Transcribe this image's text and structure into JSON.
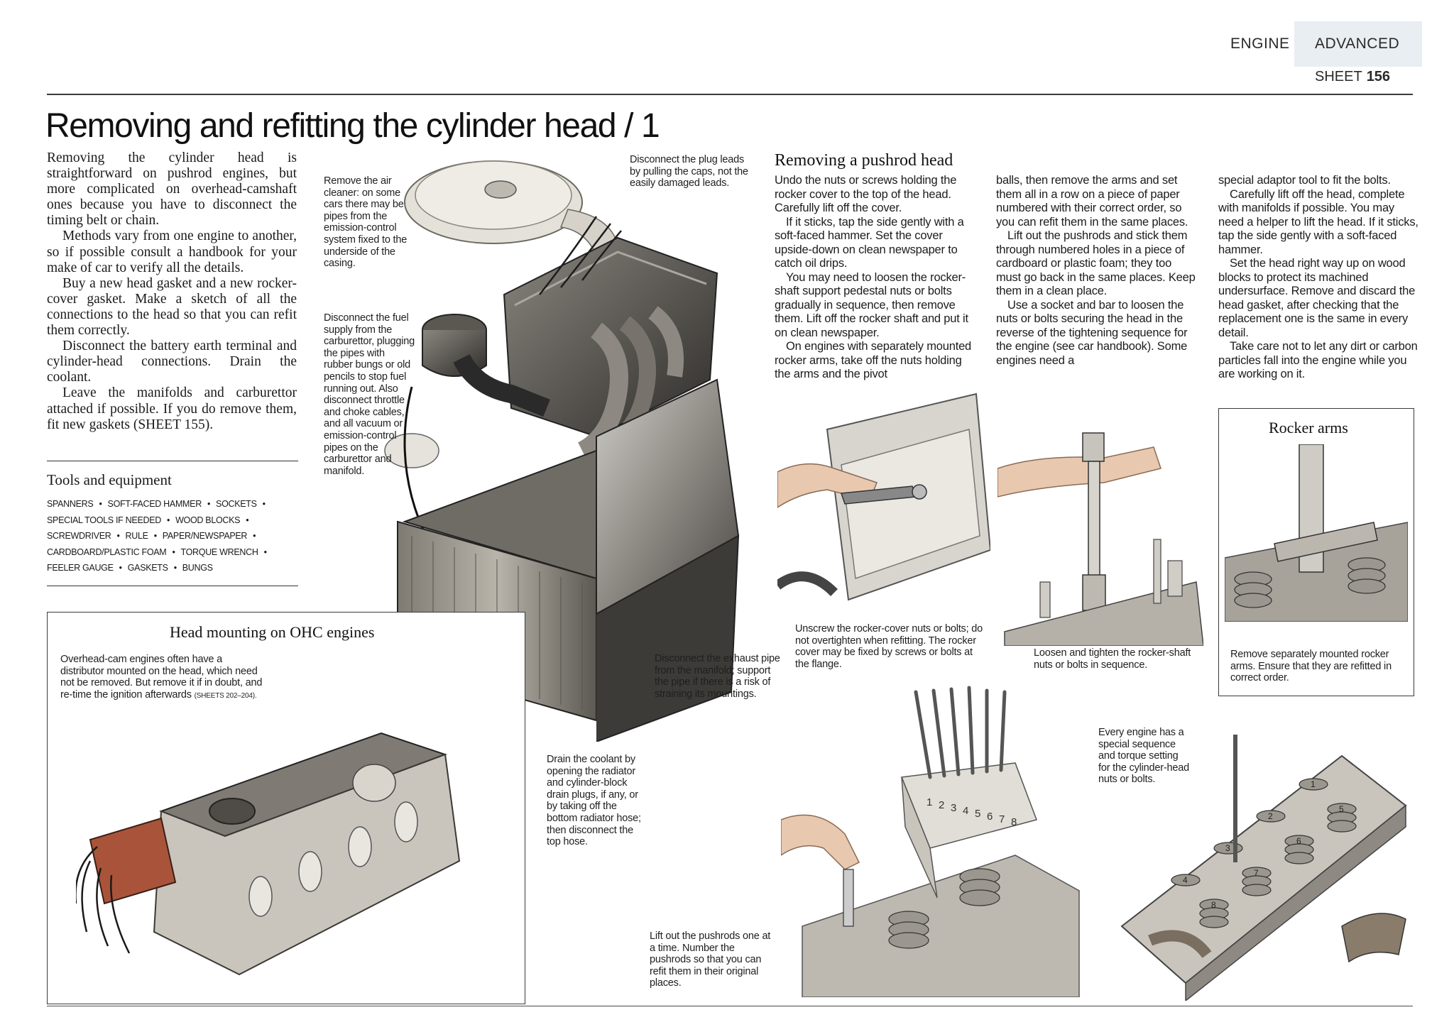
{
  "header": {
    "category": "ENGINE",
    "level": "ADVANCED",
    "sheet_label": "SHEET",
    "sheet_number": "156"
  },
  "title": "Removing and refitting the cylinder head",
  "title_part": "/ 1",
  "intro": [
    "Removing the cylinder head is straightforward on pushrod engines, but more complicated on overhead-camshaft ones because you have to disconnect the timing belt or chain.",
    "Methods vary from one engine to another, so if possible consult a handbook for your make of car to verify all the details.",
    "Buy a new head gasket and a new rocker-cover gasket. Make a sketch of all the connections to the head so that you can refit them correctly.",
    "Disconnect the battery earth terminal and cylinder-head connections. Drain the coolant.",
    "Leave the manifolds and carburettor attached if possible. If you do remove them, fit new gaskets (SHEET 155)."
  ],
  "tools": {
    "heading": "Tools and equipment",
    "lines": [
      [
        "SPANNERS",
        "SOFT-FACED HAMMER",
        "SOCKETS",
        ""
      ],
      [
        "SPECIAL TOOLS IF NEEDED",
        "WOOD BLOCKS",
        ""
      ],
      [
        "SCREWDRIVER",
        "RULE",
        "PAPER/NEWSPAPER",
        ""
      ],
      [
        "CARDBOARD/PLASTIC FOAM",
        "TORQUE WRENCH",
        ""
      ],
      [
        "FEELER GAUGE",
        "GASKETS",
        "BUNGS"
      ]
    ]
  },
  "captions": {
    "air_cleaner": "Remove the air cleaner: on some cars there may be pipes from the emission-control system fixed to the underside of the casing.",
    "fuel": "Disconnect the fuel supply from the carburettor, plugging the pipes with rubber bungs or old pencils to stop fuel running out. Also disconnect throttle and choke cables, and all vacuum or emission-control pipes on the carburettor and manifold.",
    "plug_leads": "Disconnect the plug leads by pulling the caps, not the easily damaged leads.",
    "exhaust": "Disconnect the exhaust pipe from the manifold; support the pipe if there is a risk of straining its mountings.",
    "coolant": "Drain the coolant by opening the radiator and cylinder-block drain plugs, if any, or by taking off the bottom radiator hose; then disconnect the top hose.",
    "pushrods": "Lift out the pushrods one at a time. Number the pushrods so that you can refit them in their original places.",
    "rocker_cover": "Unscrew the rocker-cover nuts or bolts; do not overtighten when refitting. The rocker cover may be fixed by screws or bolts at the flange.",
    "rocker_shaft": "Loosen and tighten the rocker-shaft nuts or bolts in sequence.",
    "every_engine": "Every engine has a special sequence and torque setting for the cylinder-head nuts or bolts.",
    "rocker_arms_caption": "Remove separately mounted rocker arms. Ensure that they are refitted in correct order."
  },
  "ohc_box": {
    "title": "Head mounting on OHC engines",
    "text": "Overhead-cam engines often have a distributor mounted on the head, which need not be removed. But remove it if in doubt, and re-time the ignition afterwards",
    "ref": "(SHEETS 202–204)."
  },
  "rocker_box": {
    "title": "Rocker arms"
  },
  "pushrod_section": {
    "heading": "Removing a pushrod head",
    "col1": [
      "Undo the nuts or screws holding the rocker cover to the top of the head. Carefully lift off the cover.",
      "If it sticks, tap the side gently with a soft-faced hammer. Set the cover upside-down on clean newspaper to catch oil drips.",
      "You may need to loosen the rocker-shaft support pedestal nuts or bolts gradually in sequence, then remove them. Lift off the rocker shaft and put it on clean newspaper.",
      "On engines with separately mounted rocker arms, take off the nuts holding the arms and the pivot"
    ],
    "col2": [
      "balls, then remove the arms and set them all in a row on a piece of paper numbered with their correct order, so you can refit them in the same places.",
      "Lift out the pushrods and stick them through numbered holes in a piece of cardboard or plastic foam; they too must go back in the same places. Keep them in a clean place.",
      "Use a socket and bar to loosen the nuts or bolts securing the head in the reverse of the tightening sequence for the engine (see car handbook). Some engines need a"
    ],
    "col3": [
      "special adaptor tool to fit the bolts.",
      "Carefully lift off the head, complete with manifolds if possible. You may need a helper to lift the head. If it sticks, tap the side gently with a soft-faced hammer.",
      "Set the head right way up on wood blocks to protect its machined undersurface. Remove and discard the head gasket, after checking that the replacement one is the same in every detail.",
      "Take care not to let any dirt or carbon particles fall into the engine while you are working on it."
    ]
  },
  "pushrod_block_numbers": [
    "1",
    "2",
    "3",
    "4",
    "5",
    "6",
    "7",
    "8"
  ],
  "head_valve_numbers": [
    "1",
    "2",
    "3",
    "4",
    "5",
    "6",
    "7",
    "8"
  ],
  "icons": [
    "engine-illustration",
    "ohc-engine-illustration",
    "rocker-cover-illustration",
    "rocker-shaft-illustration",
    "rocker-arms-illustration",
    "pushrods-illustration",
    "cylinder-head-illustration"
  ]
}
